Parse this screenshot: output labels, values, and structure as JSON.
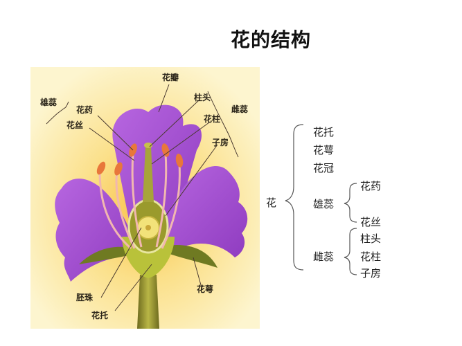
{
  "title": "花的结构",
  "figure": {
    "background_color": "#fdf3c4",
    "petal_color": "#a64fd0",
    "labels": {
      "petal": "花瓣",
      "stamen": "雄蕊",
      "anther": "花药",
      "filament": "花丝",
      "stigma": "柱头",
      "style": "花柱",
      "pistil": "雌蕊",
      "ovary": "子房",
      "ovule": "胚珠",
      "receptacle": "花托",
      "sepal": "花萼"
    }
  },
  "tree": {
    "root": "花",
    "children": [
      {
        "label": "花托"
      },
      {
        "label": "花萼"
      },
      {
        "label": "花冠"
      },
      {
        "label": "雄蕊",
        "children": [
          {
            "label": "花药"
          },
          {
            "label": "花丝"
          }
        ]
      },
      {
        "label": "雌蕊",
        "children": [
          {
            "label": "柱头"
          },
          {
            "label": "花柱"
          },
          {
            "label": "子房"
          }
        ]
      }
    ]
  }
}
